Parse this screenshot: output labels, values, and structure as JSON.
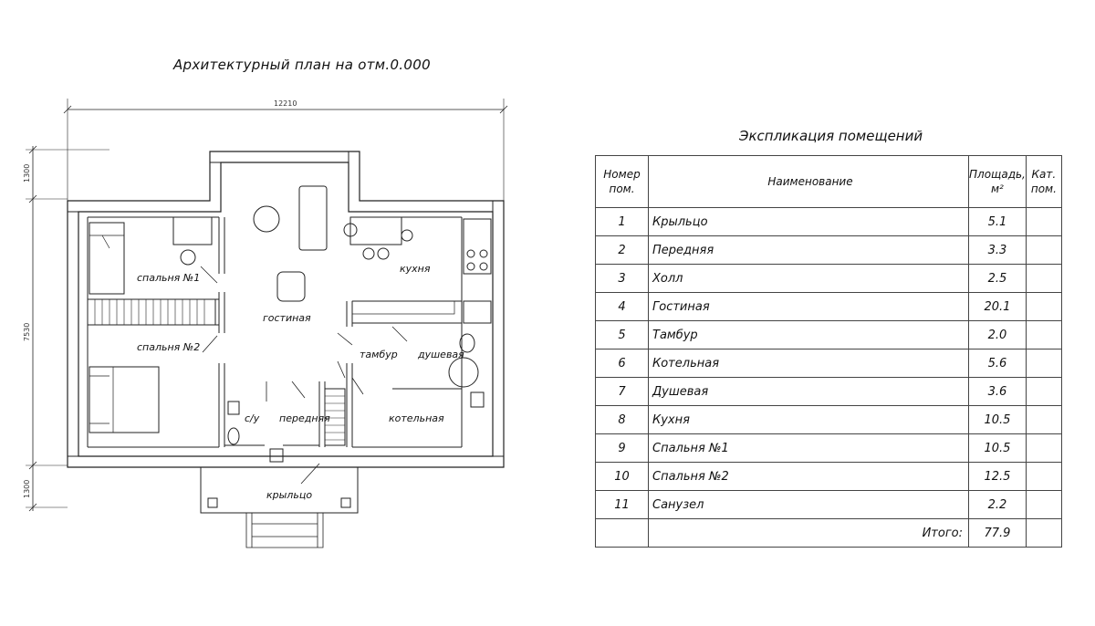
{
  "plan": {
    "title": "Архитектурный план на отм.0.000",
    "dimensions": {
      "top": "12210",
      "left_top": "1300",
      "left_middle": "7530",
      "left_bottom": "1300"
    },
    "rooms": {
      "bedroom1": "спальня №1",
      "bedroom2": "спальня №2",
      "living": "гостиная",
      "kitchen": "кухня",
      "vestibule": "тамбур",
      "shower": "душевая",
      "wc": "с/у",
      "hallway": "передняя",
      "boiler": "котельная",
      "porch": "крыльцо"
    }
  },
  "explication": {
    "title": "Экспликация помещений",
    "headers": {
      "num": "Номер пом.",
      "name": "Наименование",
      "area": "Площадь, м²",
      "cat": "Кат. пом."
    },
    "rows": [
      {
        "num": "1",
        "name": "Крыльцо",
        "area": "5.1"
      },
      {
        "num": "2",
        "name": "Передняя",
        "area": "3.3"
      },
      {
        "num": "3",
        "name": "Холл",
        "area": "2.5"
      },
      {
        "num": "4",
        "name": "Гостиная",
        "area": "20.1"
      },
      {
        "num": "5",
        "name": "Тамбур",
        "area": "2.0"
      },
      {
        "num": "6",
        "name": "Котельная",
        "area": "5.6"
      },
      {
        "num": "7",
        "name": "Душевая",
        "area": "3.6"
      },
      {
        "num": "8",
        "name": "Кухня",
        "area": "10.5"
      },
      {
        "num": "9",
        "name": "Спальня №1",
        "area": "10.5"
      },
      {
        "num": "10",
        "name": "Спальня №2",
        "area": "12.5"
      },
      {
        "num": "11",
        "name": "Санузел",
        "area": "2.2"
      }
    ],
    "total_label": "Итого:",
    "total_value": "77.9"
  }
}
